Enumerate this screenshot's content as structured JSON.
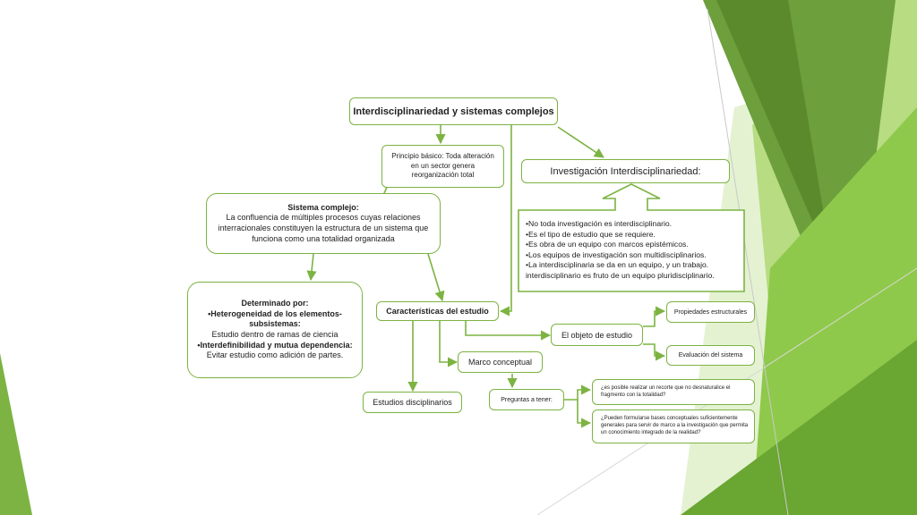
{
  "diagram": {
    "title": "Interdisciplinariedad y sistemas complejos",
    "principio": {
      "line1": "Principio básico: Toda alteración",
      "line2": "en un sector genera",
      "line3": "reorganización total"
    },
    "investigacion": "Investigación Interdisciplinariedad:",
    "investigacion_items": [
      "•No toda investigación es interdisciplinario.",
      "•Es el tipo de estudio que se requiere.",
      "•Es obra de un equipo con marcos epistémicos.",
      "•Los equipos de investigación son multidisciplinarios.",
      "•La interdisciplinaria se da en un equipo, y un trabajo.",
      "interdisciplinario es fruto de un equipo pluridisciplinario."
    ],
    "sistema": {
      "title": "Sistema complejo:",
      "line1": "La confluencia de múltiples procesos cuyas relaciones",
      "line2": "interracionales constituyen la estructura de un sistema que",
      "line3": "funciona como una totalidad organizada"
    },
    "determinado": {
      "title": "Determinado por:",
      "line1": "•Heterogeneidad de los elementos-",
      "line2": "subsistemas:",
      "line3": "Estudio dentro de ramas de ciencia",
      "line4": "•Interdefinibilidad y mutua dependencia:",
      "line5": "Evitar estudio como adición de partes."
    },
    "caracteristicas": "Características del estudio",
    "objeto": "El objeto de estudio",
    "propiedades": "Propiedades estructurales",
    "evaluacion": "Evaluación del sistema",
    "marco": "Marco conceptual",
    "estudios": "Estudios disciplinarios",
    "preguntas": "Preguntas a tener:",
    "pregunta1": {
      "line1": "¿es posible realizar un recorte que no desnaturalice el",
      "line2": "fragmento con la totalidad?"
    },
    "pregunta2": {
      "line1": "¿Pueden formularse bases conceptuales suficientemente",
      "line2": "generales para servir de marco a la investigación que permita",
      "line3": "un conocimiento integrado de la realidad?"
    }
  },
  "colors": {
    "accent": "#7cb342",
    "dark_green": "#5f8d2f",
    "light_green": "#a7d36b",
    "pale_green": "#dcefc4"
  }
}
